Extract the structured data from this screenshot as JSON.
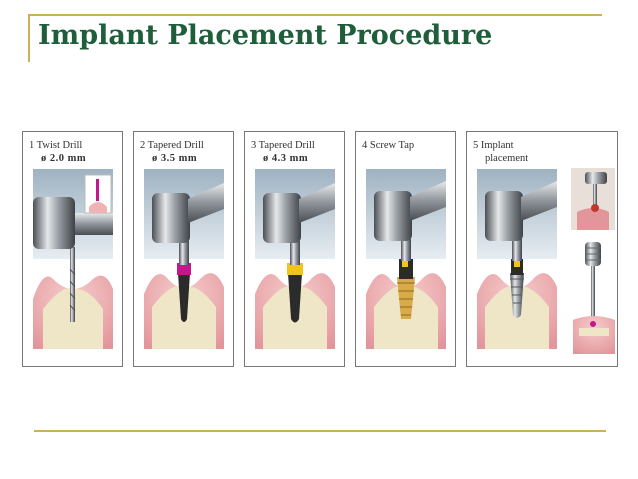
{
  "slide": {
    "title": "Implant Placement Procedure",
    "steps": [
      {
        "line1": "1 Twist Drill",
        "line2": "ø 2.0 mm"
      },
      {
        "line1": "2 Tapered Drill",
        "line2": "ø 3.5 mm"
      },
      {
        "line1": "3 Tapered Drill",
        "line2": "ø 4.3 mm"
      },
      {
        "line1": "4 Screw Tap",
        "line2": ""
      },
      {
        "line1": "5 Implant",
        "line2": "placement"
      }
    ]
  },
  "colors": {
    "title": "#1f5e3a",
    "rule": "#c9b25a",
    "gum": "#efb3b6",
    "bone": "#efe6c8",
    "metal": "#9aa0a6",
    "drill-marker-magenta": "#c2188c",
    "drill-marker-yellow": "#f0c51c",
    "implant-gold": "#d9aa4a"
  }
}
